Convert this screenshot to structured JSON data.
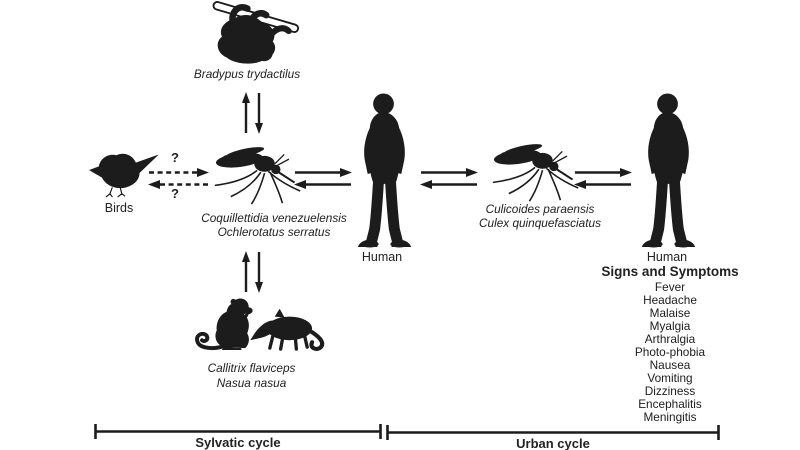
{
  "sylvatic": {
    "sloth_species": "Bradypus trydactilus",
    "birds_label": "Birds",
    "uncertain_top": "?",
    "uncertain_bottom": "?",
    "vector_species_1": "Coquillettidia venezuelensis",
    "vector_species_2": "Ochlerotatus serratus",
    "primate_species_1": "Callitrix flaviceps",
    "primate_species_2": "Nasua nasua",
    "human_label": "Human",
    "cycle_label": "Sylvatic cycle"
  },
  "urban": {
    "vector_species_1": "Culicoides paraensis",
    "vector_species_2": "Culex quinquefasciatus",
    "human_label": "Human",
    "cycle_label": "Urban cycle"
  },
  "signs": {
    "title": "Signs and Symptoms",
    "symptoms": [
      "Fever",
      "Headache",
      "Malaise",
      "Myalgia",
      "Arthralgia",
      "Photo-phobia",
      "Nausea",
      "Vomiting",
      "Dizziness",
      "Encephalitis",
      "Meningitis"
    ]
  },
  "colors": {
    "ink": "#1c1c1c",
    "background": "#ffffff"
  }
}
